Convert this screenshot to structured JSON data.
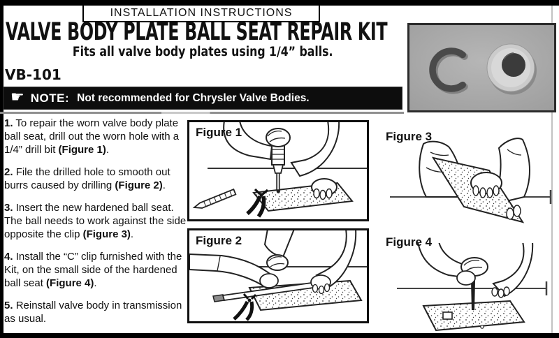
{
  "header": {
    "kicker": "INSTALLATION INSTRUCTIONS",
    "title": "VALVE BODY PLATE BALL SEAT REPAIR KIT",
    "subtitle": "Fits all valve body plates using 1/4” balls.",
    "model": "VB-101"
  },
  "note": {
    "icon_glyph": "☛",
    "label": "NOTE:",
    "text": "Not recommended for Chrysler Valve Bodies."
  },
  "photo": {
    "depicts": [
      "c-clip",
      "hardened-ball-seat"
    ],
    "bg": "#a8a8a8"
  },
  "steps": [
    {
      "num": "1.",
      "text": "To repair the worn valve body plate ball seat, drill out the worn hole with a 1/4” drill bit ",
      "ref": "(Figure 1)",
      "tail": "."
    },
    {
      "num": "2.",
      "text": "File the drilled hole to smooth out burrs caused by drilling ",
      "ref": "(Figure 2)",
      "tail": "."
    },
    {
      "num": "3.",
      "text": "Insert the new hardened ball seat. The ball needs to work against the side opposite the clip ",
      "ref": "(Figure 3)",
      "tail": "."
    },
    {
      "num": "4.",
      "text": "Install the “C” clip furnished with the Kit, on the small side of the hardened ball seat ",
      "ref": "(Figure 4)",
      "tail": "."
    },
    {
      "num": "5.",
      "text": "Reinstall valve body in transmission as usual.",
      "ref": "",
      "tail": ""
    }
  ],
  "figures": [
    {
      "label": "Figure 1"
    },
    {
      "label": "Figure 2"
    },
    {
      "label": "Figure 3"
    },
    {
      "label": "Figure 4"
    }
  ],
  "colors": {
    "note_bar_bg": "#0d0d0d",
    "photo_bg": "#a8a8a8",
    "frame": "#000000",
    "rule_gray": "#8f8f8f"
  }
}
